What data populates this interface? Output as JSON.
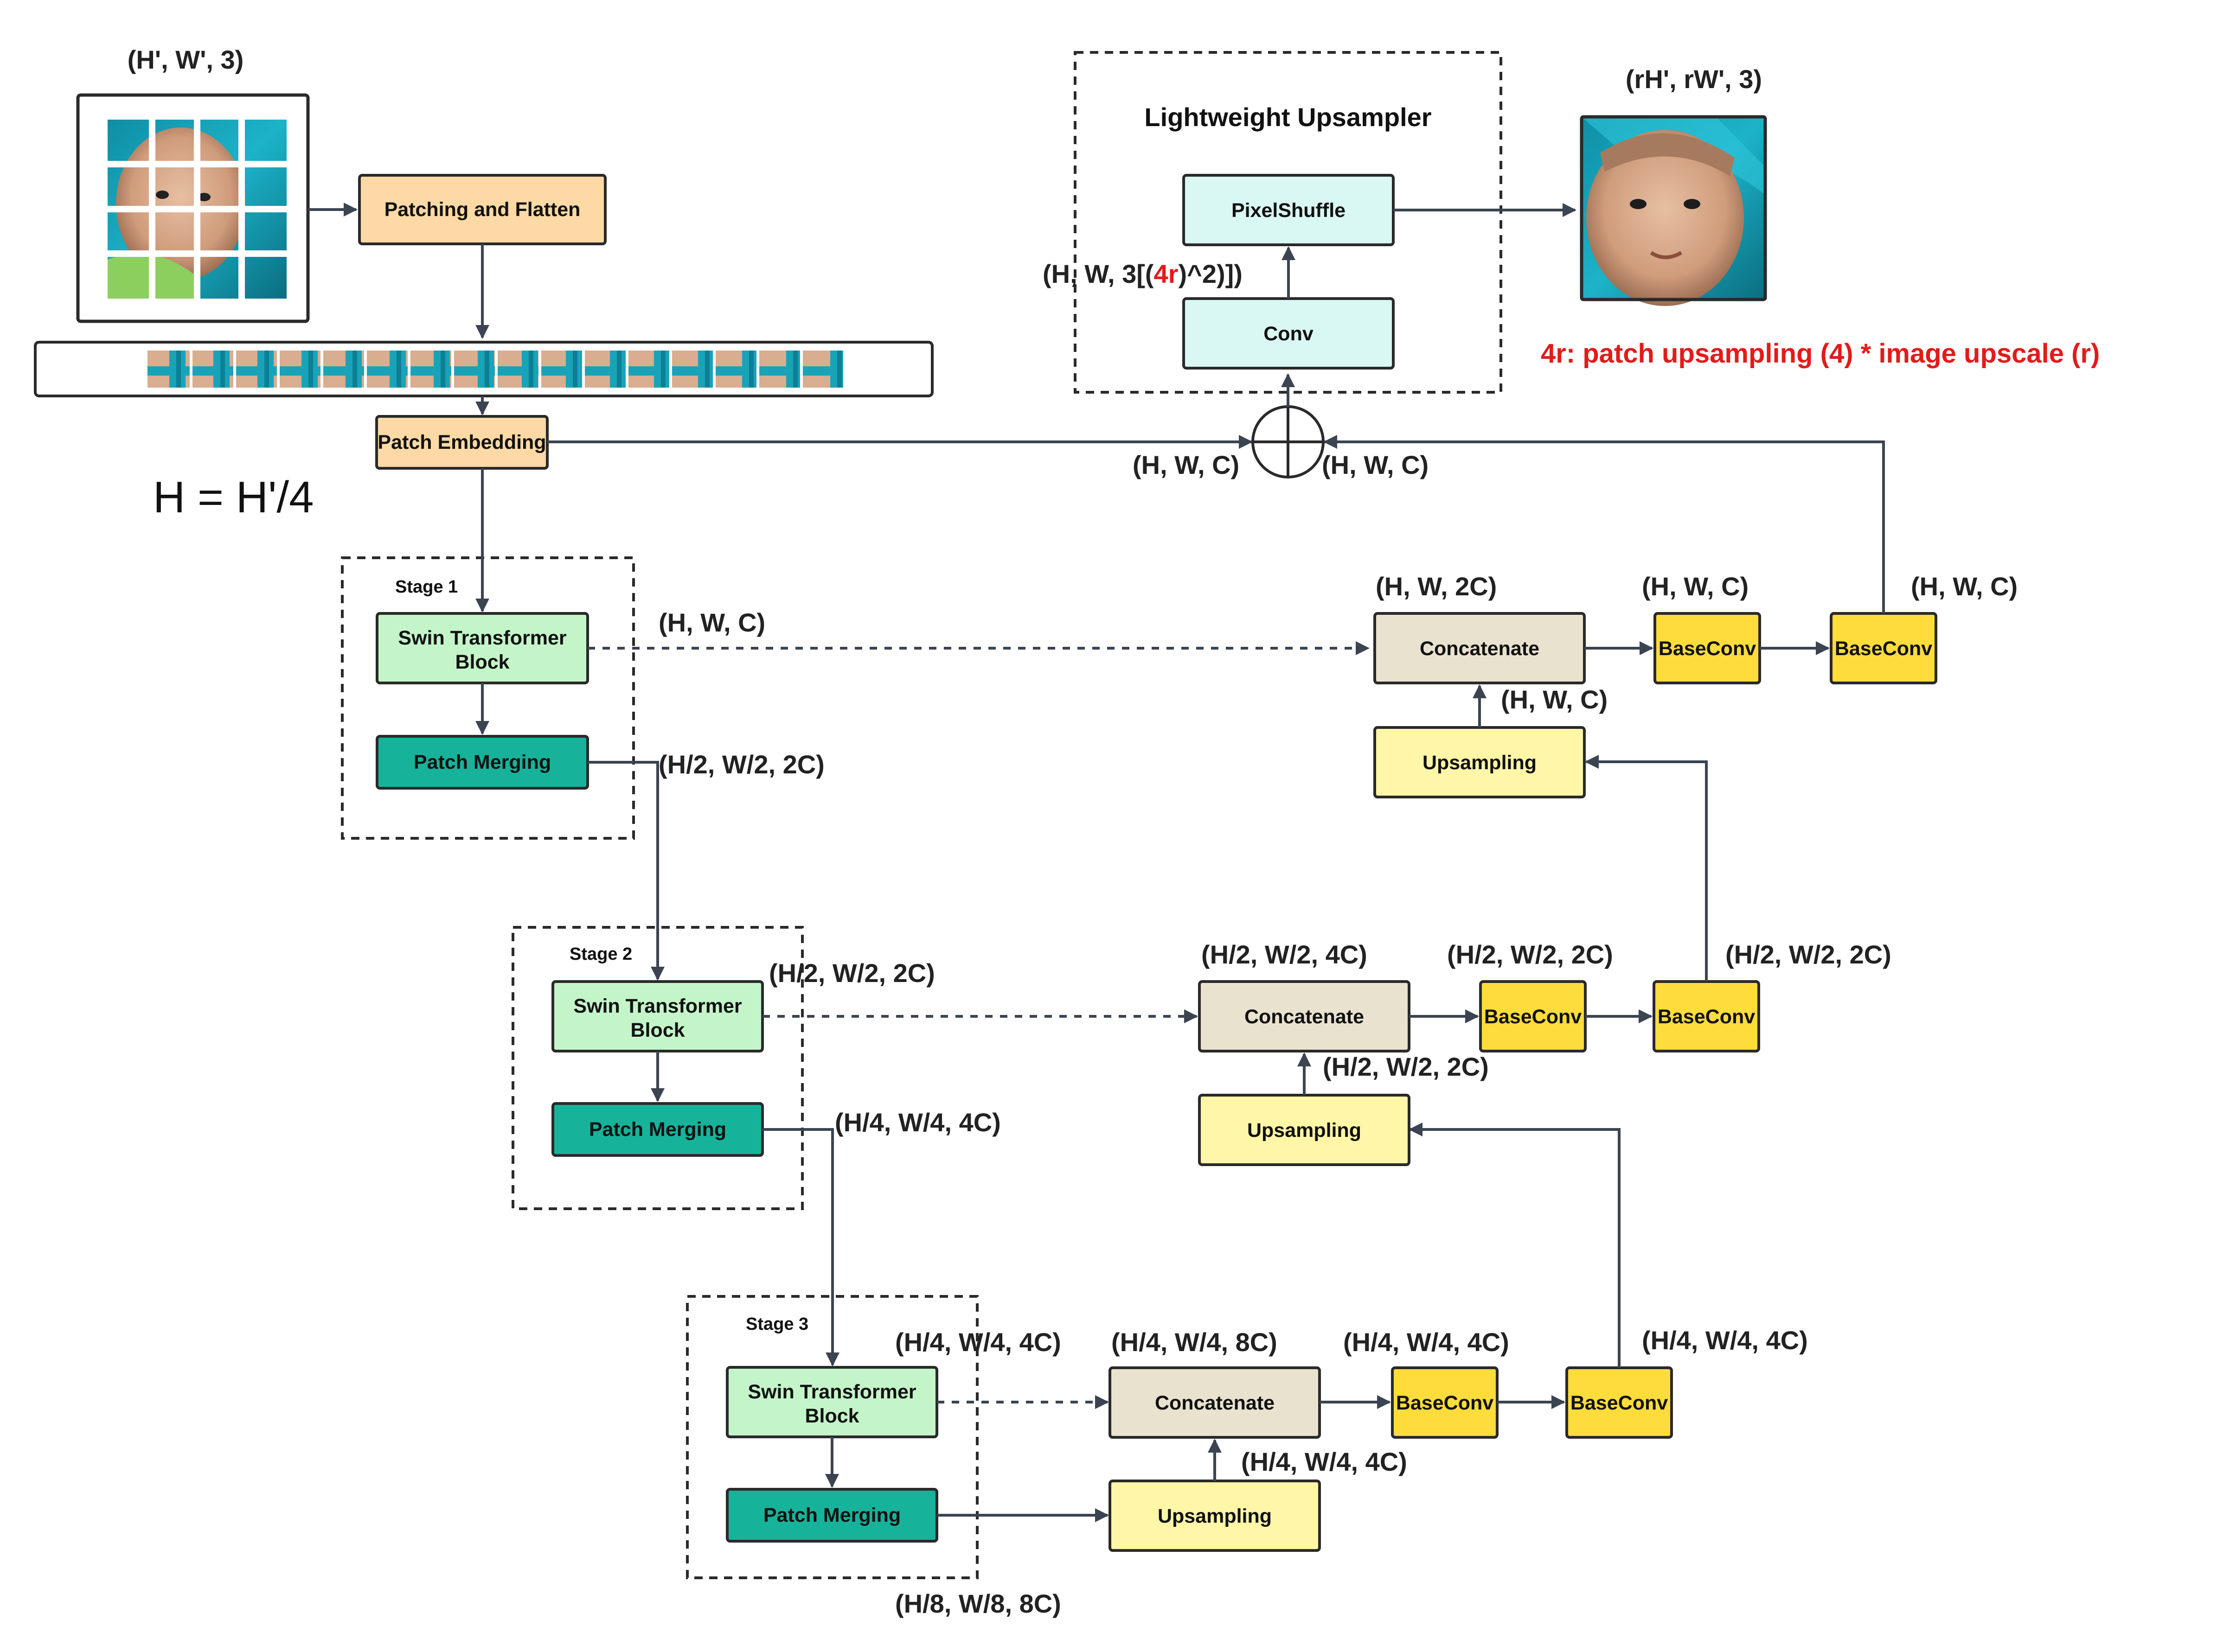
{
  "input": {
    "shape": "(H', W', 3)"
  },
  "output": {
    "shape": "(rH', rW', 3)"
  },
  "formula": "H = H'/4",
  "note": "4r: patch upsampling (4) * image upscale (r)",
  "colors": {
    "peach": "#fcd9a5",
    "light_green": "#c4f5c9",
    "teal": "#16b39a",
    "cream": "#e9e2cf",
    "light_yellow": "#fff6a7",
    "yellow": "#fddc3b",
    "light_cyan": "#d9f8f4",
    "red": "#e21b1b"
  },
  "encoder": {
    "patching": "Patching and Flatten",
    "patch_embedding": "Patch Embedding",
    "stages": [
      {
        "title": "Stage 1",
        "swin": [
          "Swin Transformer",
          "Block"
        ],
        "merge": "Patch Merging",
        "skip_shape": "(H, W, C)",
        "merge_shape": "(H/2, W/2, 2C)"
      },
      {
        "title": "Stage 2",
        "swin": [
          "Swin Transformer",
          "Block"
        ],
        "merge": "Patch Merging",
        "skip_shape": "(H/2, W/2, 2C)",
        "merge_shape": "(H/4, W/4, 4C)"
      },
      {
        "title": "Stage 3",
        "swin": [
          "Swin Transformer",
          "Block"
        ],
        "merge": "Patch Merging",
        "skip_shape": "(H/4, W/4, 4C)",
        "merge_shape": "(H/8, W/8, 8C)"
      }
    ]
  },
  "decoder": {
    "level1": {
      "concat": "Concatenate",
      "up": "Upsampling",
      "conv1": "BaseConv",
      "conv2": "BaseConv",
      "concat_shape": "(H, W, 2C)",
      "up_shape": "(H, W, C)",
      "conv1_shape": "(H, W, C)",
      "conv2_shape": "(H, W, C)"
    },
    "level2": {
      "concat": "Concatenate",
      "up": "Upsampling",
      "conv1": "BaseConv",
      "conv2": "BaseConv",
      "concat_shape": "(H/2, W/2, 4C)",
      "up_shape": "(H/2, W/2, 2C)",
      "conv1_shape": "(H/2, W/2, 2C)",
      "conv2_shape": "(H/2, W/2, 2C)"
    },
    "level3": {
      "concat": "Concatenate",
      "up": "Upsampling",
      "conv1": "BaseConv",
      "conv2": "BaseConv",
      "concat_shape": "(H/4, W/4, 8C)",
      "up_shape": "(H/4, W/4, 4C)",
      "conv1_shape": "(H/4, W/4, 4C)",
      "conv2_shape": "(H/4, W/4, 4C)"
    }
  },
  "upsampler": {
    "title": "Lightweight Upsampler",
    "pixelshuffle": "PixelShuffle",
    "conv": "Conv",
    "shape_prefix": "(H, W, 3[(",
    "shape_red": "4r",
    "shape_suffix": ")^2)])"
  },
  "sum": {
    "left_shape": "(H, W, C)",
    "right_shape": "(H, W, C)"
  }
}
